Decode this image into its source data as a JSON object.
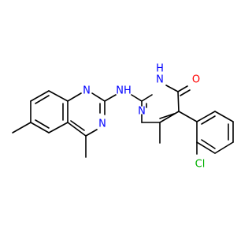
{
  "molecule": {
    "colors": {
      "bond": "#000000",
      "N": "#0000ff",
      "O": "#ff0000",
      "Cl": "#00b000",
      "background": "#ffffff"
    },
    "atoms": {
      "N_q1": {
        "symbol": "N",
        "color": "N"
      },
      "N_q3": {
        "symbol": "N",
        "color": "N"
      },
      "N_link": {
        "symbol": "NH",
        "color": "N"
      },
      "N_p3": {
        "symbol": "N",
        "color": "N"
      },
      "N_p1": {
        "symbol": "H\nN",
        "color": "N"
      },
      "O": {
        "symbol": "O",
        "color": "O"
      },
      "Cl": {
        "symbol": "Cl",
        "color": "Cl"
      }
    }
  }
}
